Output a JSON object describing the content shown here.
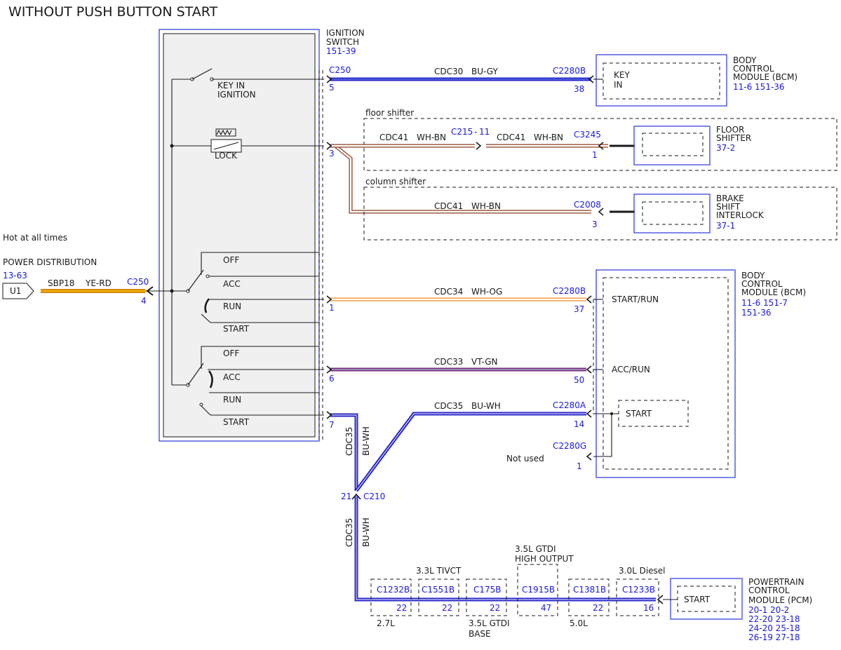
{
  "title": "WITHOUT PUSH BUTTON START",
  "ignition_switch": {
    "name_line1": "IGNITION",
    "name_line2": "SWITCH",
    "ref": "151-39"
  },
  "switch_labels": {
    "key_in_line1": "KEY IN",
    "key_in_line2": "IGNITION",
    "lock": "LOCK",
    "off1": "OFF",
    "acc1": "ACC",
    "run1": "RUN",
    "start1": "START",
    "off2": "OFF",
    "acc2": "ACC",
    "run2": "RUN",
    "start2": "START"
  },
  "power": {
    "hot": "Hot at all times",
    "name": "POWER DISTRIBUTION",
    "ref": "13-63",
    "connector_id": "U1",
    "circuit": "SBP18",
    "color": "YE-RD",
    "connector": "C250",
    "pin": "4"
  },
  "wires": [
    {
      "from_conn": "C250",
      "from_pin": "5",
      "circuit": "CDC30",
      "color": "BU-GY",
      "to_conn": "C2280B",
      "to_pin": "38"
    },
    {
      "from_pin": "3",
      "circuit": "CDC41",
      "color": "WH-BN",
      "inline_conn": "C215",
      "inline_pin": "11",
      "circuit2": "CDC41",
      "color2": "WH-BN",
      "to_conn": "C3245",
      "to_pin": "1"
    },
    {
      "circuit": "CDC41",
      "color": "WH-BN",
      "to_conn": "C2008",
      "to_pin": "3"
    },
    {
      "from_pin": "1",
      "circuit": "CDC34",
      "color": "WH-OG",
      "to_conn": "C2280B",
      "to_pin": "37"
    },
    {
      "from_pin": "6",
      "circuit": "CDC33",
      "color": "VT-GN",
      "to_conn": "C2280B",
      "to_pin": "50"
    },
    {
      "from_pin": "7",
      "circuit": "CDC35",
      "color": "BU-WH",
      "to_conn": "C2280A",
      "to_pin": "14"
    }
  ],
  "vertical_wire": {
    "circuit": "CDC35",
    "color": "BU-WH",
    "splice_conn": "C210",
    "splice_pin": "21",
    "circuit2": "CDC35",
    "color2": "BU-WH"
  },
  "not_used": {
    "label": "Not used",
    "conn": "C2280G",
    "pin": "1"
  },
  "options": {
    "floor": "floor shifter",
    "column": "column shifter"
  },
  "bcm1": {
    "pin_label_line1": "KEY",
    "pin_label_line2": "IN",
    "name_line1": "BODY",
    "name_line2": "CONTROL",
    "name_line3": "MODULE (BCM)",
    "ref": "11-6   151-36"
  },
  "floor_shifter": {
    "name_line1": "FLOOR",
    "name_line2": "SHIFTER",
    "ref": "37-2"
  },
  "brake_shift": {
    "name_line1": "BRAKE",
    "name_line2": "SHIFT",
    "name_line3": "INTERLOCK",
    "ref": "37-1"
  },
  "bcm2": {
    "pin_start_run": "START/RUN",
    "pin_acc_run": "ACC/RUN",
    "pin_start": "START",
    "name_line1": "BODY",
    "name_line2": "CONTROL",
    "name_line3": "MODULE (BCM)",
    "ref_line1": "11-6   151-7",
    "ref_line2": "151-36"
  },
  "pcm": {
    "pin_start": "START",
    "name_line1": "POWERTRAIN",
    "name_line2": "CONTROL",
    "name_line3": "MODULE (PCM)",
    "refs": [
      "20-1   20-2",
      "22-20 23-18",
      "24-20 25-18",
      "26-19 27-18"
    ]
  },
  "engine_connectors": [
    {
      "conn": "C1232B",
      "pin": "22",
      "label_below": "2.7L"
    },
    {
      "conn": "C1551B",
      "pin": "22",
      "label_above": "3.3L TIVCT"
    },
    {
      "conn": "C175B",
      "pin": "22",
      "label_below_line1": "3.5L GTDI",
      "label_below_line2": "BASE"
    },
    {
      "conn": "C1915B",
      "pin": "47",
      "label_above_line1": "3.5L GTDI",
      "label_above_line2": "HIGH OUTPUT"
    },
    {
      "conn": "C1381B",
      "pin": "22",
      "label_below": "5.0L"
    },
    {
      "conn": "C1233B",
      "pin": "16",
      "label_above": "3.0L Diesel"
    }
  ],
  "wire_colors": {
    "blue": "#2727c8",
    "yellow": "#e8b400",
    "brown": "#8b3a1a",
    "orange": "#f08a20",
    "violet": "#7a2a8a",
    "green": "#2a8a3a"
  }
}
